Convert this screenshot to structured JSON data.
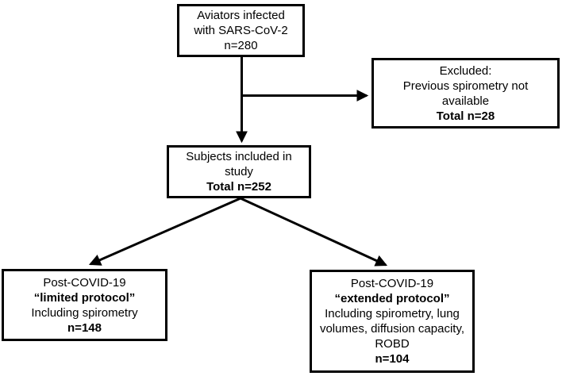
{
  "flowchart": {
    "aviators_box": {
      "line1": "Aviators infected",
      "line2": "with SARS-CoV-2",
      "line3": "n=280"
    },
    "excluded_box": {
      "line1": "Excluded:",
      "line2": "Previous spirometry not",
      "line3": "available",
      "line4": "Total n=28"
    },
    "included_box": {
      "line1": "Subjects included in",
      "line2": "study",
      "line3": "Total n=252"
    },
    "limited_box": {
      "line1": "Post-COVID-19",
      "line2": "“limited protocol”",
      "line3": "Including spirometry",
      "line4": "n=148"
    },
    "extended_box": {
      "line1": "Post-COVID-19",
      "line2": "“extended protocol”",
      "line3": "Including spirometry, lung",
      "line4": "volumes, diffusion capacity,",
      "line5": "ROBD",
      "line6": "n=104"
    },
    "colors": {
      "line": "#000000",
      "border": "#000000",
      "text": "#000000",
      "background": "#ffffff"
    }
  }
}
